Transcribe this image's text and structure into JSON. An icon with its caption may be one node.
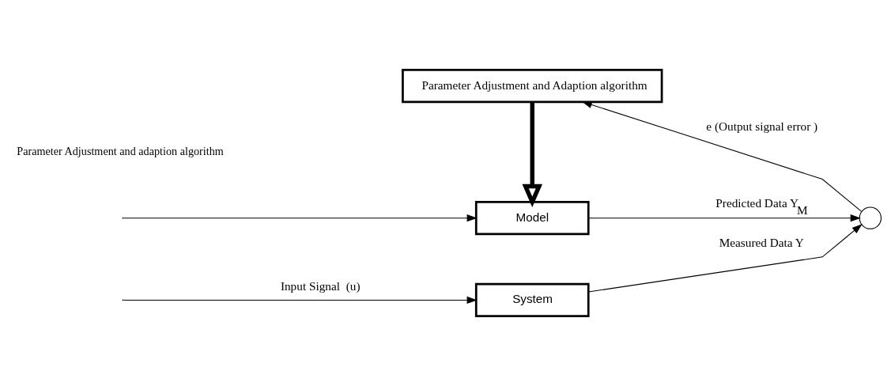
{
  "diagram": {
    "nodes": [
      {
        "text": [
          "System"
        ]
      },
      {
        "text": [
          "Model"
        ]
      },
      {
        "text": [],
        "shape": "circle"
      },
      {
        "text": [
          "Parameter Adjustment and Adaption algorithm"
        ]
      }
    ],
    "edges": [
      {
        "from": null,
        "to": 0,
        "arrow": "to",
        "label": "Input Signal  (u)"
      },
      {
        "from": null,
        "to": 1,
        "arrow": "to"
      },
      {
        "from": 0,
        "to": 2,
        "arrow": "to",
        "label": "Measured Data Y"
      },
      {
        "from": 1,
        "to": 2,
        "arrow": "to",
        "label": "Predicted Data Y$_{M}$"
      },
      {
        "from": 2,
        "to": 3,
        "arrow": "to",
        "label": "e (Output signal error )"
      },
      {
        "from": 3,
        "to": 1,
        "arrow": "to",
        "style": "thick"
      }
    ],
    "labels": [
      "Parameter Adjustment and adaption algorithm"
    ]
  }
}
